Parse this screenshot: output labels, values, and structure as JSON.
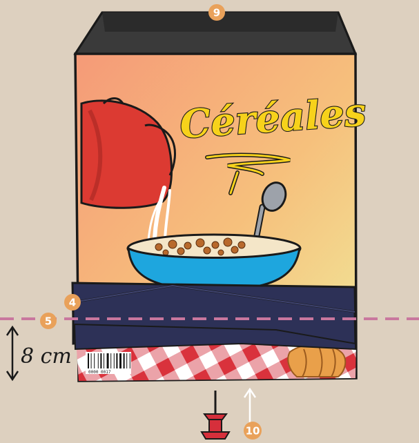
{
  "illustration": {
    "brand": "Céréales",
    "measurement": "8 cm",
    "barcode_digits": "0000 0017",
    "markers": [
      "9",
      "4",
      "5",
      "10"
    ],
    "colors": {
      "background": "#ddd0bf",
      "box_gradient_top": "#f7a37a",
      "box_gradient_bottom": "#f2e79a",
      "tape": "#2d3157",
      "dashed_line": "#c9779e",
      "badge": "#e9a15a",
      "pitcher": "#dc3a32",
      "bowl": "#1ea6de",
      "spoon": "#9da2aa",
      "tablecloth_red": "#d9323c",
      "pushpin": "#d62f3b"
    },
    "icons": [
      "pitcher-icon",
      "bowl-icon",
      "spoon-icon",
      "croissant-icon",
      "barcode-icon",
      "pushpin-icon",
      "arrow-up-icon"
    ]
  }
}
